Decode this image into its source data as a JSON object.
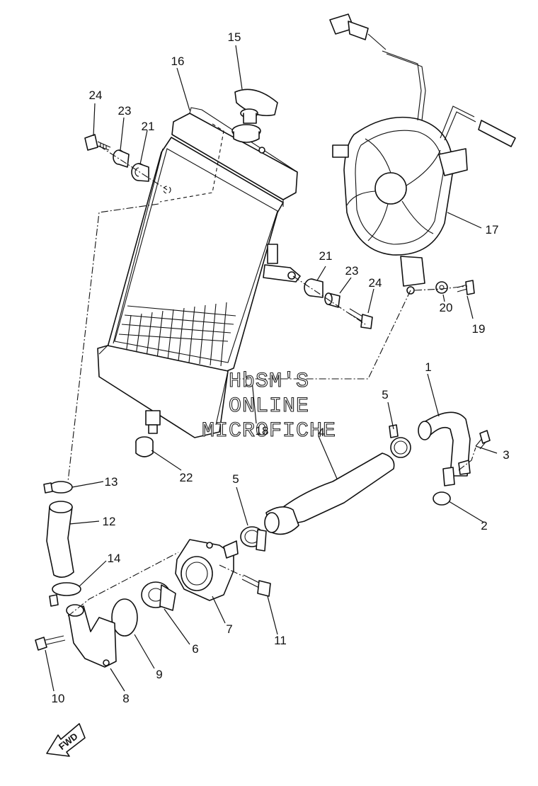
{
  "parts": [
    {
      "id": "1",
      "label": "1"
    },
    {
      "id": "2",
      "label": "2"
    },
    {
      "id": "3",
      "label": "3"
    },
    {
      "id": "4",
      "label": "4"
    },
    {
      "id": "5a",
      "label": "5"
    },
    {
      "id": "5b",
      "label": "5"
    },
    {
      "id": "6",
      "label": "6"
    },
    {
      "id": "7",
      "label": "7"
    },
    {
      "id": "8",
      "label": "8"
    },
    {
      "id": "9",
      "label": "9"
    },
    {
      "id": "10",
      "label": "10"
    },
    {
      "id": "11",
      "label": "11"
    },
    {
      "id": "12",
      "label": "12"
    },
    {
      "id": "13",
      "label": "13"
    },
    {
      "id": "14",
      "label": "14"
    },
    {
      "id": "15",
      "label": "15"
    },
    {
      "id": "16",
      "label": "16"
    },
    {
      "id": "17",
      "label": "17"
    },
    {
      "id": "18",
      "label": "18"
    },
    {
      "id": "19",
      "label": "19"
    },
    {
      "id": "20",
      "label": "20"
    },
    {
      "id": "21a",
      "label": "21"
    },
    {
      "id": "21b",
      "label": "21"
    },
    {
      "id": "22",
      "label": "22"
    },
    {
      "id": "23a",
      "label": "23"
    },
    {
      "id": "23b",
      "label": "23"
    },
    {
      "id": "24a",
      "label": "24"
    },
    {
      "id": "24b",
      "label": "24"
    }
  ],
  "watermark": {
    "line1": "HbSM'S",
    "line2": "ONLINE",
    "line3": "MICROFICHE"
  },
  "direction_label": "FWD"
}
